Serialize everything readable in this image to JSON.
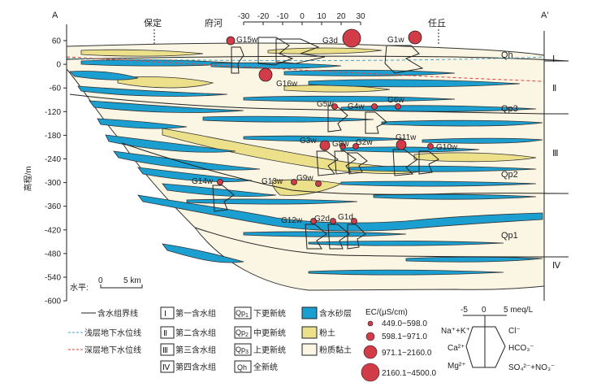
{
  "section": {
    "endpoint_left": "A",
    "endpoint_right": "A′",
    "towns": [
      "保定",
      "府河",
      "任丘"
    ],
    "y_axis_label": "高程/m",
    "y_ticks": [
      "60",
      "0",
      "-60",
      "-120",
      "-180",
      "-240",
      "-300",
      "-360",
      "-420",
      "-480",
      "-540",
      "-600"
    ],
    "top_scale_ticks": [
      "-30",
      "-20",
      "-10",
      "0",
      "10",
      "20",
      "30"
    ],
    "zones": [
      "Ⅰ",
      "Ⅱ",
      "Ⅲ",
      "Ⅳ"
    ],
    "strata": [
      "Qh",
      "Qp3",
      "Qp2",
      "Qp1"
    ],
    "scale_label": "水平:",
    "scale_values": [
      "0",
      "5 km"
    ]
  },
  "wells": [
    {
      "id": "G15w"
    },
    {
      "id": "G3d"
    },
    {
      "id": "G1w"
    },
    {
      "id": "G16w"
    },
    {
      "id": "G5w"
    },
    {
      "id": "G4w"
    },
    {
      "id": "G6w"
    },
    {
      "id": "G3w"
    },
    {
      "id": "G8w"
    },
    {
      "id": "G2w"
    },
    {
      "id": "G11w"
    },
    {
      "id": "G10w"
    },
    {
      "id": "G14w"
    },
    {
      "id": "G13w"
    },
    {
      "id": "G9w"
    },
    {
      "id": "G12w"
    },
    {
      "id": "G2d"
    },
    {
      "id": "G1d"
    }
  ],
  "legend": {
    "lines": [
      {
        "label": "含水组界线",
        "color": "#222222"
      },
      {
        "label": "浅层地下水位线",
        "color": "#4aa3c8"
      },
      {
        "label": "深层地下水位线",
        "color": "#e0403a"
      }
    ],
    "groups": [
      {
        "code": "Ⅰ",
        "label": "第一含水组"
      },
      {
        "code": "Ⅱ",
        "label": "第二含水组"
      },
      {
        "code": "Ⅲ",
        "label": "第三含水组"
      },
      {
        "code": "Ⅳ",
        "label": "第四含水组"
      }
    ],
    "series": [
      {
        "code_main": "Qp",
        "code_sub": "1",
        "label": "下更新统"
      },
      {
        "code_main": "Qp",
        "code_sub": "2",
        "label": "中更新统"
      },
      {
        "code_main": "Qp",
        "code_sub": "3",
        "label": "上更新统"
      },
      {
        "code_main": "Qh",
        "code_sub": "",
        "label": "全新统"
      }
    ],
    "materials": [
      {
        "label": "含水砂层",
        "color": "#1a9fd0"
      },
      {
        "label": "粉土",
        "color": "#ece08a"
      },
      {
        "label": "粉质黏土",
        "color": "#fbf6e3"
      }
    ],
    "ec_title": "EC/(μS/cm)",
    "ec_classes": [
      "449.0~598.0",
      "598.1~971.0",
      "971.1~2160.0",
      "2160.1~4500.0"
    ],
    "ec_color": "#d23b48",
    "stiff_scale_ticks": [
      "-5",
      "0",
      "5 meq/L"
    ],
    "stiff_left_ions": [
      "Na⁺+K⁺",
      "Ca²⁺",
      "Mg²⁺"
    ],
    "stiff_right_ions": [
      "Cl⁻",
      "HCO₃⁻",
      "SO₄²⁻+NO₃⁻"
    ]
  }
}
